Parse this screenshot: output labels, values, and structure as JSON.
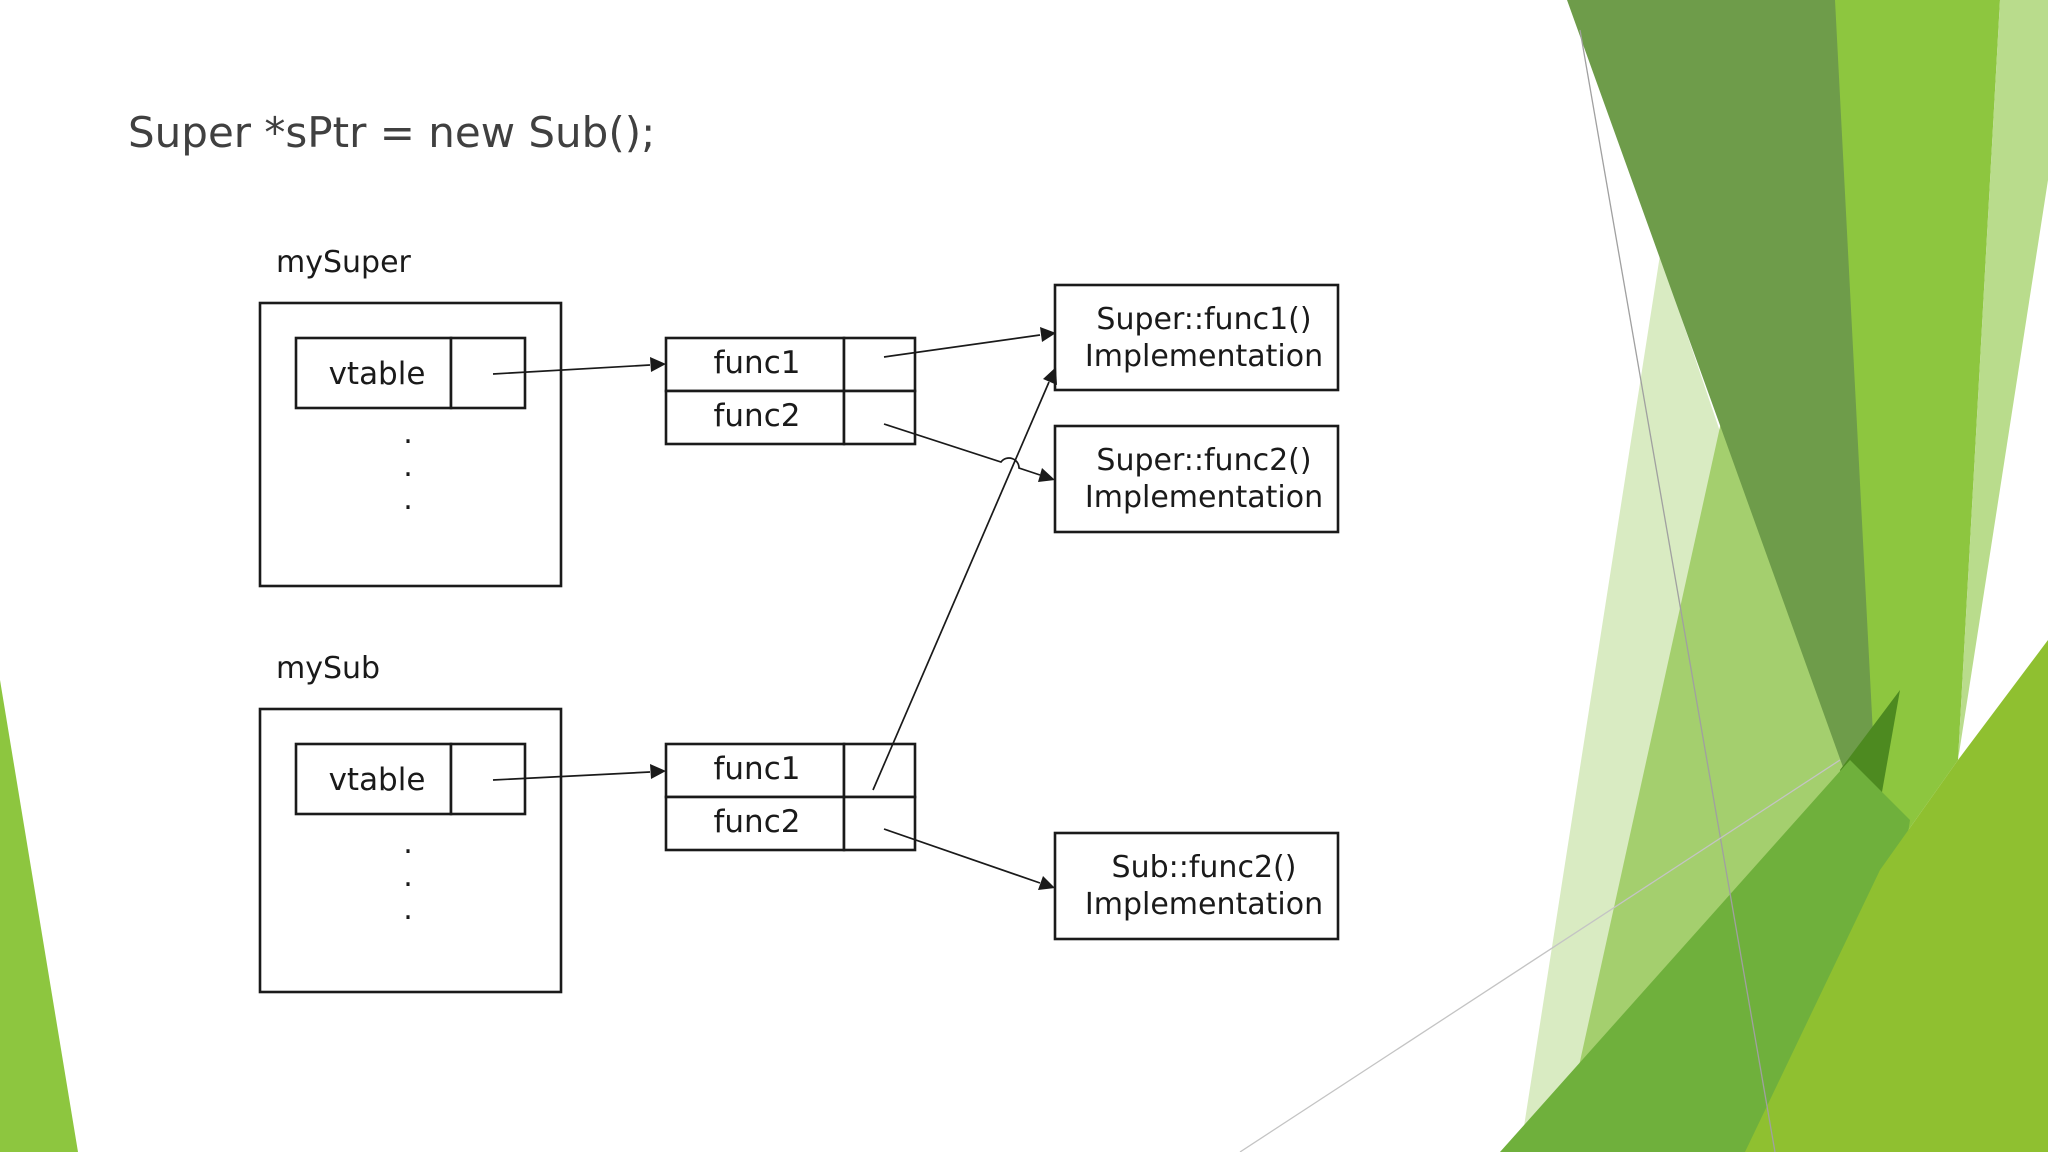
{
  "slide": {
    "title": "Super *sPtr = new Sub();"
  },
  "diagram": {
    "objects": [
      {
        "label": "mySuper",
        "vtable_label": "vtable",
        "ellipsis": "."
      },
      {
        "label": "mySub",
        "vtable_label": "vtable",
        "ellipsis": "."
      }
    ],
    "vtables": [
      {
        "entries": [
          "func1",
          "func2"
        ]
      },
      {
        "entries": [
          "func1",
          "func2"
        ]
      }
    ],
    "implementations": [
      {
        "name": "Super::func1()",
        "label": "Implementation"
      },
      {
        "name": "Super::func2()",
        "label": "Implementation"
      },
      {
        "name": "Sub::func2()",
        "label": "Implementation"
      }
    ]
  },
  "colors": {
    "background": "#ffffff",
    "title_text": "#404040",
    "diagram_line": "#1a1a1a",
    "accent_light_green": "#8dc63f",
    "accent_dark_green": "#5a9a2a",
    "accent_olive_green": "#6e9c4a",
    "accent_pale_green": "#d9ebc2"
  }
}
